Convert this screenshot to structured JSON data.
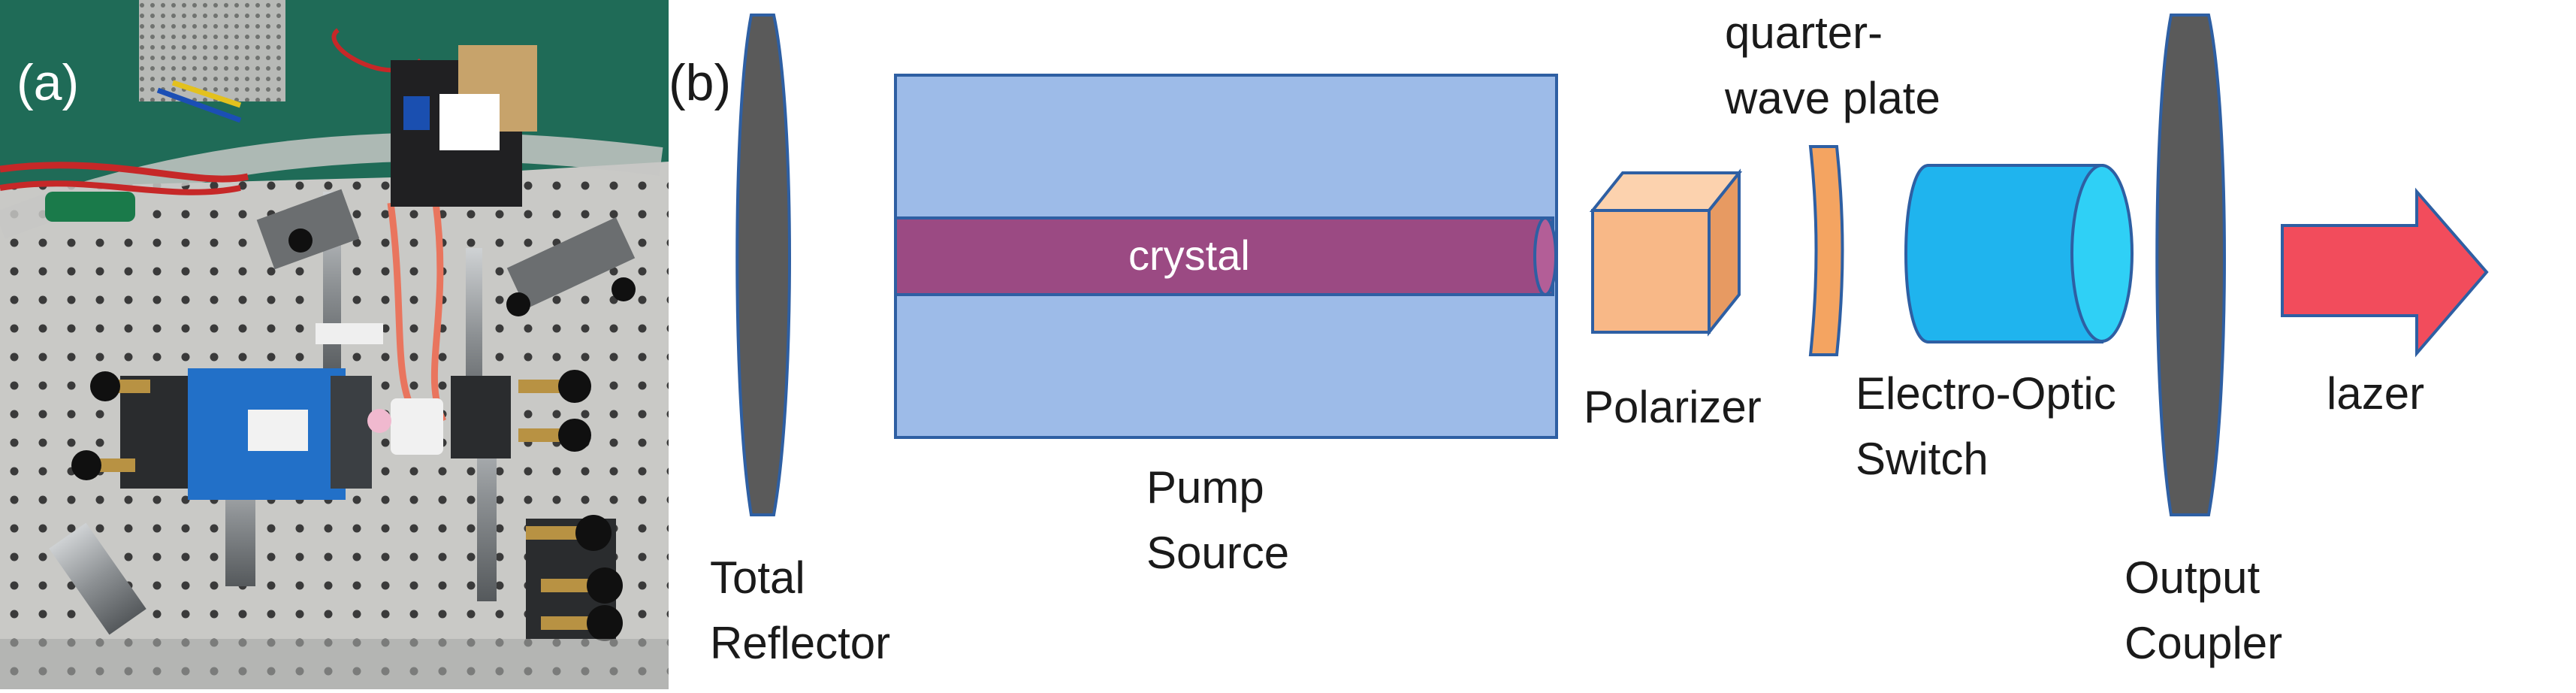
{
  "figure": {
    "panel_a": {
      "letter": "(a)"
    },
    "panel_b": {
      "letter": "(b)",
      "labels": {
        "total_reflector": "Total\nReflector",
        "crystal": "crystal",
        "pump_source": "Pump\nSource",
        "polarizer": "Polarizer",
        "quarter_wave_plate": "quarter-\nwave plate",
        "electro_optic_switch": "Electro-Optic\nSwitch",
        "output_coupler": "Output\nCoupler",
        "lazer": "lazer"
      },
      "colors": {
        "mirror": "#5a5a5a",
        "mirror_edge": "#2e5fa3",
        "pump_box": "#9dbbe8",
        "crystal_rod": "#9b4a83",
        "polarizer_cube": "#f8b887",
        "waveplate": "#f4a461",
        "eo_switch": "#1fb4ee",
        "laser_arrow": "#f24c5c",
        "outline": "#2e5fa3"
      }
    }
  }
}
